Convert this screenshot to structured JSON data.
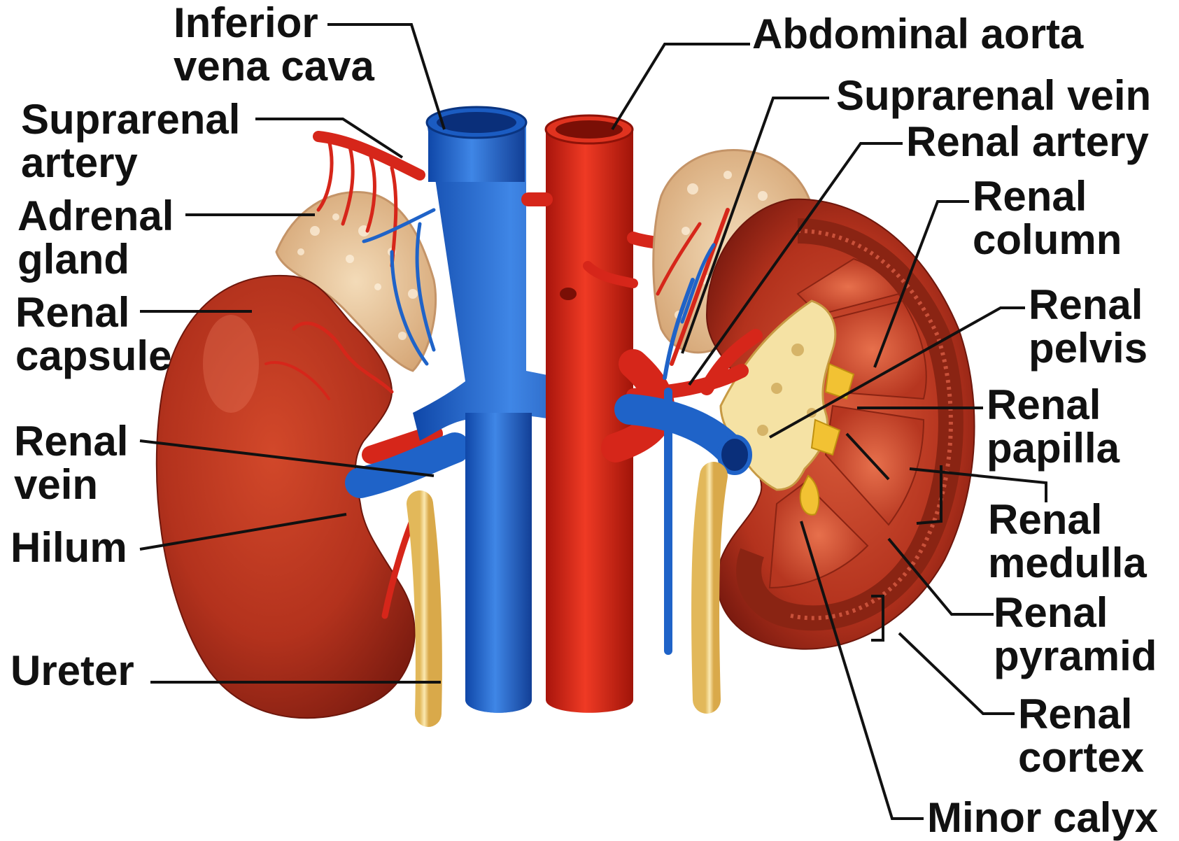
{
  "colors": {
    "vein_blue": "#1f63c8",
    "artery_red": "#d6261a",
    "kidney_red": "#b3321d",
    "adrenal_tan": "#e9c9a0",
    "ureter_yellow": "#f4dc94",
    "label_text": "#111111"
  },
  "labels": {
    "inferior_vena_cava": [
      "Inferior",
      "vena cava"
    ],
    "abdominal_aorta": [
      "Abdominal aorta"
    ],
    "suprarenal_vein": [
      "Suprarenal vein"
    ],
    "renal_artery": [
      "Renal artery"
    ],
    "suprarenal_artery": [
      "Suprarenal",
      "artery"
    ],
    "adrenal_gland": [
      "Adrenal",
      "gland"
    ],
    "renal_capsule": [
      "Renal",
      "capsule"
    ],
    "renal_vein": [
      "Renal",
      "vein"
    ],
    "hilum": [
      "Hilum"
    ],
    "ureter": [
      "Ureter"
    ],
    "renal_column": [
      "Renal",
      "column"
    ],
    "renal_pelvis": [
      "Renal",
      "pelvis"
    ],
    "renal_papilla": [
      "Renal",
      "papilla"
    ],
    "renal_medulla": [
      "Renal",
      "medulla"
    ],
    "renal_pyramid": [
      "Renal",
      "pyramid"
    ],
    "renal_cortex": [
      "Renal",
      "cortex"
    ],
    "minor_calyx": [
      "Minor calyx"
    ]
  }
}
